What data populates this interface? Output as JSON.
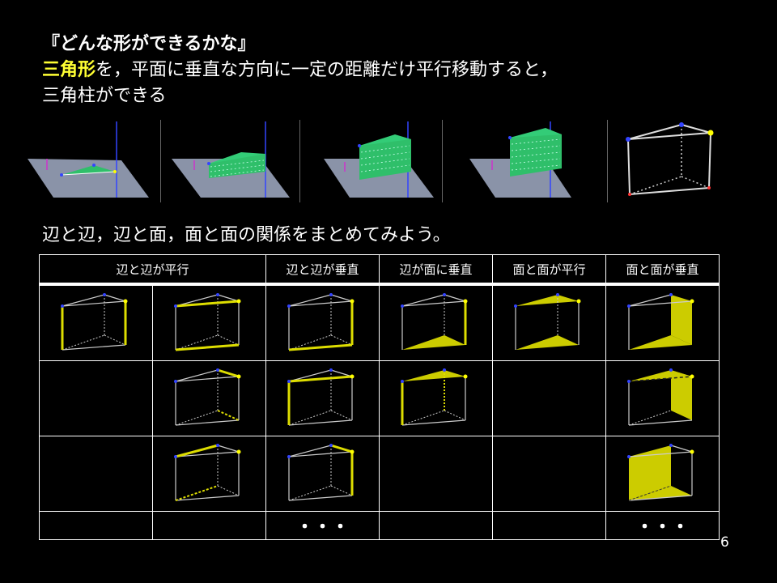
{
  "title": "『どんな形ができるかな』",
  "line2": {
    "highlight": "三角形",
    "rest": "を，平面に垂直な方向に一定の距離だけ平行移動すると，"
  },
  "line3": "三角柱ができる",
  "line4": "辺と辺，辺と面，面と面の関係をまとめてみよう。",
  "table": {
    "headers": [
      "辺と辺が平行",
      "辺と辺が垂直",
      "辺が面に垂直",
      "面と面が平行",
      "面と面が垂直"
    ],
    "ellipsis": "・・・"
  },
  "page_number": "6",
  "colors": {
    "highlight": "#ffff33",
    "plane": "#8a93a8",
    "green_prism": "#2fbf6a",
    "accent_yellow": "#dddd00"
  }
}
